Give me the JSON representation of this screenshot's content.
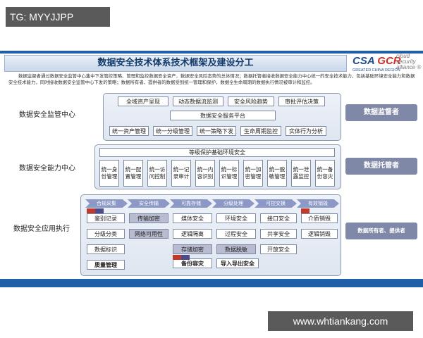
{
  "overlay": {
    "tg_label": "TG: MYYJJPP",
    "watermark": "www.whtiankang.com"
  },
  "slide": {
    "title": "数据安全技术体系技术框架及建设分工",
    "logo": {
      "csa": "CSA",
      "gcr": "GCR",
      "cloud_lines": [
        "cloud",
        "security",
        "alliance ®"
      ],
      "sub": "GREATER CHINA REGION"
    },
    "description": "数据监督者通过数据安全监管中心集中下发管控策略、管理和监控数据安全资产、数据安全风险态势的总体情况；数据托管者接收数据安全能力中心统一的安全技术能力，包括基础环境安全能力和数据安全技术能力，同时接收数据安全监管中心下发的策略；数据所有者、提供者的数据受到统一管理和保护，数据全生命周期的数据执行情况被审计和监控。",
    "sections": {
      "monitor": {
        "label": "数据安全监管中心",
        "row1": [
          "全域资产呈现",
          "动态数据流监测",
          "安全风险趋势",
          "审批评估决策"
        ],
        "platform": "数据安全服务平台",
        "row3": [
          "统一资产管理",
          "统一分级管理",
          "统一策略下发",
          "生命周期监控",
          "实体行为分析"
        ],
        "role": "数据监督者"
      },
      "capability": {
        "label": "数据安全能力中心",
        "header": "等级保护基础环境安全",
        "cells": [
          "统一身份管理",
          "统一配置管理",
          "统一访问控制",
          "统一记录审计",
          "统一内容识别",
          "统一标识管理",
          "统一加密管理",
          "统一脱敏管理",
          "统一泄露监控",
          "统一备份容灾"
        ],
        "role": "数据托管者"
      },
      "application": {
        "label": "数据安全应用执行",
        "stages": [
          "合规采集",
          "安全传输",
          "可靠存储",
          "分级处理",
          "可控交换",
          "有效销毁"
        ],
        "col1": [
          "鉴别记录",
          "分级分类",
          "数据标识",
          "质量管理"
        ],
        "col2": [
          "传输加密",
          "网络可用性",
          "存储加密",
          "备份容灾"
        ],
        "col3": [
          "媒体安全",
          "逻辑隔离",
          "数据脱敏",
          "导入导出安全"
        ],
        "col4": [
          "环境安全",
          "过程安全"
        ],
        "col5": [
          "接口安全",
          "共享安全",
          "开放安全"
        ],
        "col6": [
          "介质销毁",
          "逻辑销毁"
        ],
        "role": "数据所有者、提供者"
      }
    }
  }
}
